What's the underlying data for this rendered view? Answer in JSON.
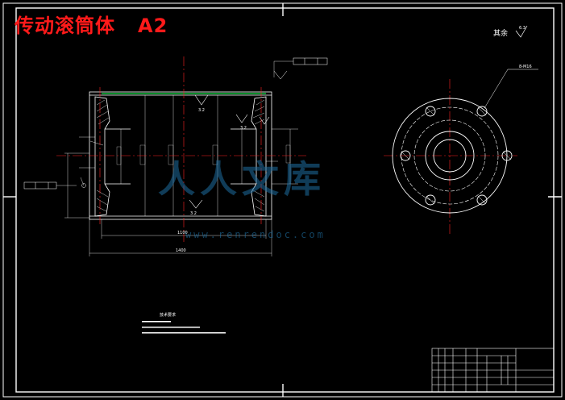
{
  "drawing": {
    "title": "传动滚筒体",
    "sheet_size": "A2",
    "roughness_other": "其余",
    "roughness_other_value": "6.3"
  },
  "dimensions": {
    "inner_length": "1100",
    "overall_length": "1400",
    "bolt_spec": "8-M16",
    "roughness_1": "3.2",
    "roughness_2": "3.2",
    "roughness_3": "3.2"
  },
  "notes": {
    "heading": "技术要求"
  },
  "watermark": {
    "text": "人人文库",
    "url": "www.renrendoc.com"
  },
  "colors": {
    "background": "#000000",
    "lines": "#ffffff",
    "center_lines": "#ff2020",
    "title": "#ff1a1a",
    "weld_line": "#00e040"
  }
}
